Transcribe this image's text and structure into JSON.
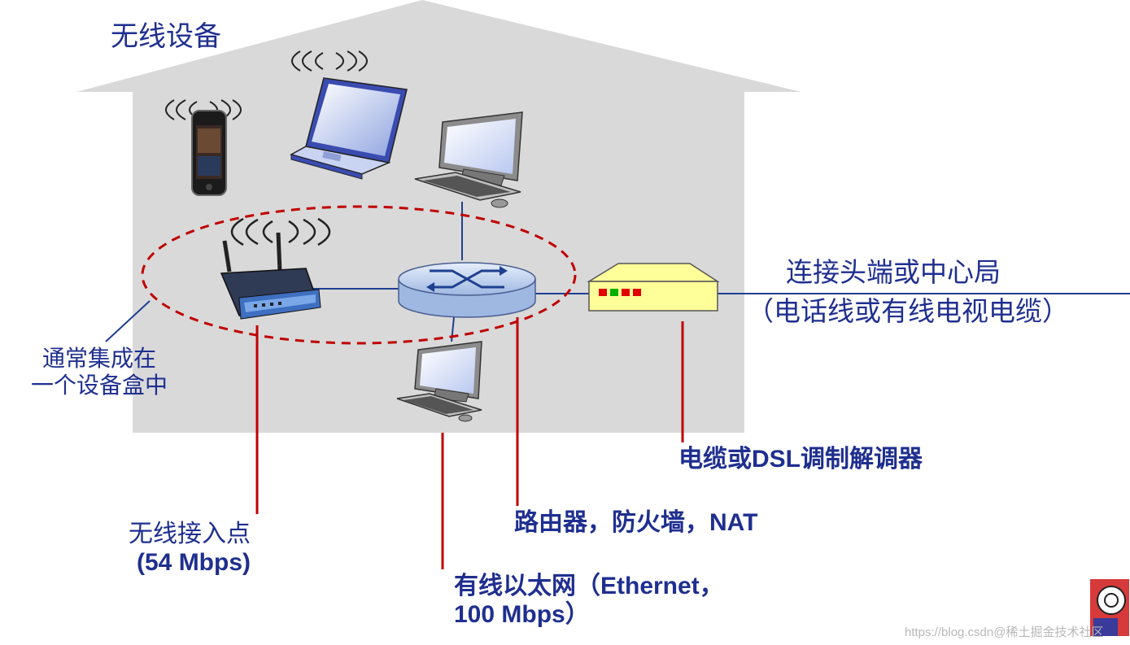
{
  "house": {
    "title": "无线设备"
  },
  "labels": {
    "headend_line1": "连接头端或中心局",
    "headend_line2": "（电话线或有线电视电缆）",
    "integrated_line1": "通常集成在",
    "integrated_line2": "一个设备盒中",
    "modem": "电缆或DSL调制解调器",
    "router": "路由器，防火墙，NAT",
    "access_point_line1": "无线接入点",
    "access_point_line2": "(54 Mbps)",
    "ethernet_line1": "有线以太网（Ethernet，",
    "ethernet_line2": "100 Mbps）"
  },
  "watermark": "https://blog.csdn@稀土掘金技术社区",
  "colors": {
    "house": "#d9d9d9",
    "label_text": "#1f2f8f",
    "callout_line": "#c00000",
    "network_line": "#1f3f8f",
    "router_body": "#bcd0ee",
    "modem_body": "#ffff99",
    "modem_led_red": "#e00000",
    "modem_led_green": "#00b000",
    "dashed_ellipse": "#c00000"
  },
  "icons": {
    "devices": [
      "smartphone-icon",
      "laptop-icon",
      "desktop-computer-icon",
      "desktop-computer-icon",
      "wireless-router-icon",
      "router-icon",
      "cable-modem-icon",
      "wireless-signal-icon"
    ]
  }
}
